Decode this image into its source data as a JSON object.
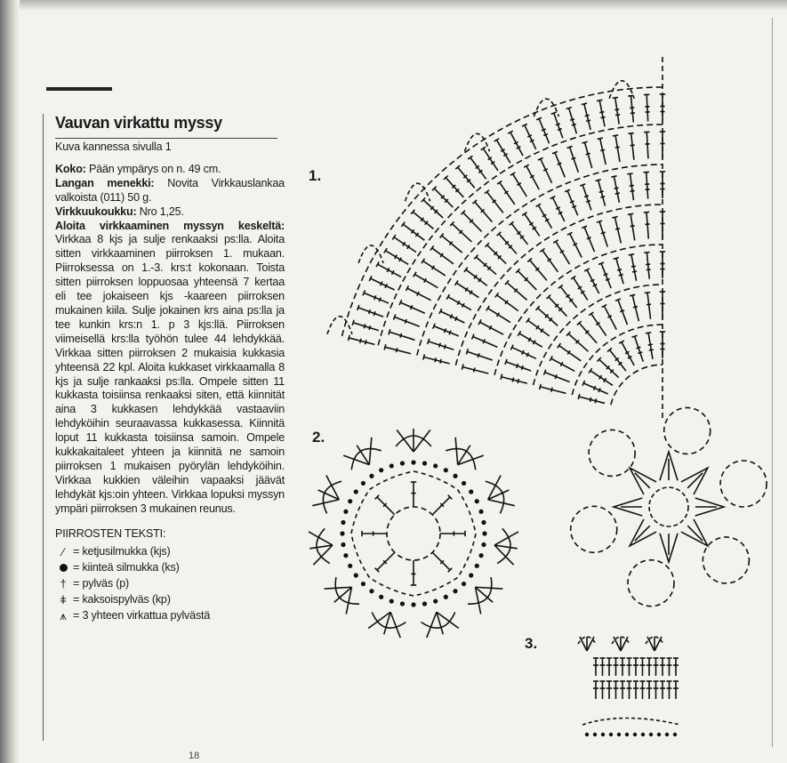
{
  "article": {
    "title": "Vauvan virkattu myssy",
    "subtitle": "Kuva kannessa sivulla 1",
    "size_label": "Koko:",
    "size_text": "Pään ympärys on n. 49 cm.",
    "yarn_label": "Langan menekki:",
    "yarn_text": "Novita Virkkauslankaa valkoista (011) 50 g.",
    "hook_label": "Virkkuukoukku:",
    "hook_text": "Nro 1,25.",
    "start_label": "Aloita virkkaaminen myssyn keskeltä:",
    "instructions": "Virkkaa 8 kjs ja sulje renkaaksi ps:lla. Aloita sitten virkkaaminen piirroksen 1. mukaan. Piirroksessa on 1.-3. krs:t kokonaan. Toista sitten piirroksen loppuosaa yhteensä 7 kertaa eli tee jokaiseen kjs -kaareen piirroksen mukainen kiila. Sulje jokainen krs aina ps:lla ja tee kunkin krs:n 1. p 3 kjs:llä. Piirroksen viimeisellä krs:lla työhön tulee 44 lehdykkää. Virkkaa sitten piirroksen 2 mukaisia kukkasia yhteensä 22 kpl. Aloita kukkaset virkkaamalla 8 kjs ja sulje rankaaksi ps:lla. Ompele sitten 11 kukkasta toisiinsa renkaaksi siten, että kiinnität aina 3 kukkasen lehdykkää vastaaviin lehdyköihin seuraavassa kukkasessa. Kiinnitä loput 11 kukkasta toisiinsa samoin. Ompele kukkakaitaleet yhteen ja kiinnitä ne samoin piirroksen 1 mukaisen pyörylän lehdyköihin. Virkkaa kukkien väleihin vapaaksi jäävät lehdykät kjs:oin yhteen. Virkkaa lopuksi myssyn ympäri piirroksen 3 mukainen reunus."
  },
  "legend": {
    "title": "PIIRROSTEN TEKSTI:",
    "items": [
      {
        "icon": "chain-stitch-icon",
        "glyph": "⁄",
        "text": "= ketjusilmukka (kjs)"
      },
      {
        "icon": "slip-stitch-icon",
        "glyph": "",
        "text": "= kiinteä silmukka (ks)"
      },
      {
        "icon": "double-crochet-icon",
        "glyph": "†",
        "text": "= pylväs (p)"
      },
      {
        "icon": "treble-crochet-icon",
        "glyph": "ǂ",
        "text": "= kaksoispylväs (kp)"
      },
      {
        "icon": "cluster-icon",
        "glyph": "⩚",
        "text": "= 3 yhteen virkattua pylvästä"
      }
    ]
  },
  "diagrams": {
    "fig1_label": "1.",
    "fig2_label": "2.",
    "fig3_label": "3."
  },
  "page": {
    "number": "18"
  },
  "colors": {
    "paper": "#f4f2ee",
    "ink": "#1a1a1a"
  }
}
